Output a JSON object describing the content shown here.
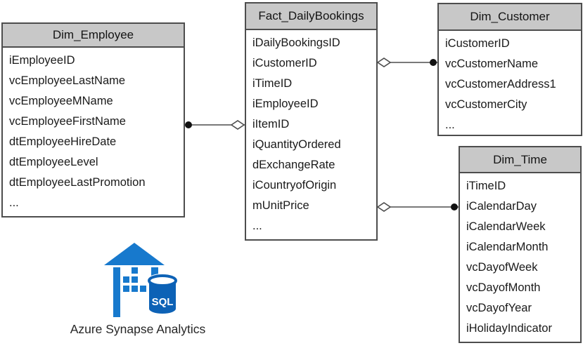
{
  "diagram": {
    "type": "star-schema-er-diagram",
    "tables": [
      {
        "name": "Dim_Employee",
        "columns": [
          "iEmployeeID",
          "vcEmployeeLastName",
          "vcEmployeeMName",
          "vcEmployeeFirstName",
          "dtEmployeeHireDate",
          "dtEmployeeLevel",
          "dtEmployeeLastPromotion",
          "..."
        ]
      },
      {
        "name": "Fact_DailyBookings",
        "columns": [
          "iDailyBookingsID",
          "iCustomerID",
          "iTimeID",
          "iEmployeeID",
          "iItemID",
          "iQuantityOrdered",
          "dExchangeRate",
          "iCountryofOrigin",
          "mUnitPrice",
          "..."
        ]
      },
      {
        "name": "Dim_Customer",
        "columns": [
          "iCustomerID",
          "vcCustomerName",
          "vcCustomerAddress1",
          "vcCustomerCity",
          "..."
        ]
      },
      {
        "name": "Dim_Time",
        "columns": [
          "iTimeID",
          "iCalendarDay",
          "iCalendarWeek",
          "iCalendarMonth",
          "vcDayofWeek",
          "vcDayofMonth",
          "vcDayofYear",
          "iHolidayIndicator"
        ]
      }
    ],
    "relationships": [
      {
        "from": "Dim_Employee",
        "to": "Fact_DailyBookings",
        "from_end": "filled-dot",
        "to_end": "open-diamond"
      },
      {
        "from": "Dim_Customer",
        "to": "Fact_DailyBookings",
        "from_end": "filled-dot",
        "to_end": "open-diamond"
      },
      {
        "from": "Dim_Time",
        "to": "Fact_DailyBookings",
        "from_end": "filled-dot",
        "to_end": "open-diamond"
      }
    ],
    "logo": {
      "label": "Azure Synapse Analytics",
      "sql_text": "SQL"
    },
    "colors": {
      "header_bg": "#c8c8c8",
      "border": "#4d4d4d",
      "text": "#1a1a1a",
      "background": "#ffffff",
      "logo_house_blue": "#1779cd",
      "logo_cylinder_blue": "#0d62b6"
    }
  }
}
